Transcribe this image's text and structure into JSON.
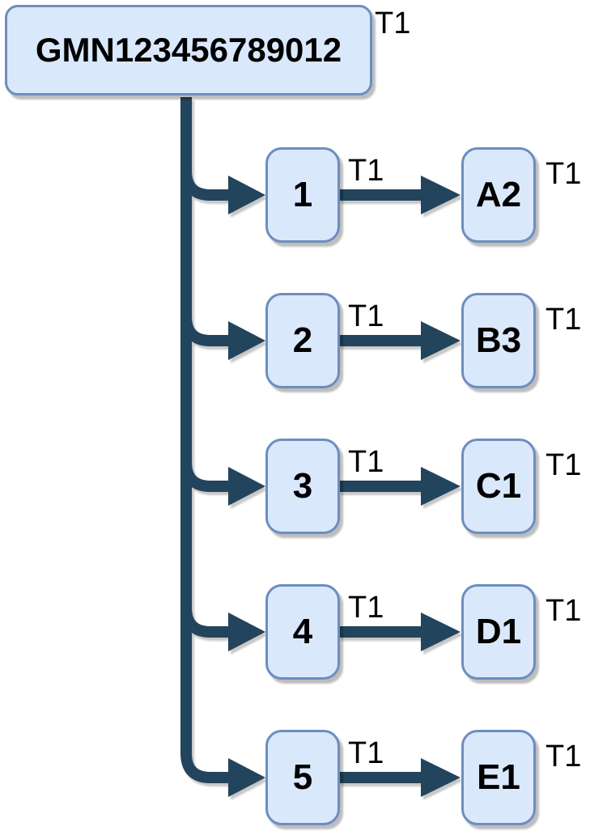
{
  "diagram": {
    "root": {
      "label": "GMN123456789012",
      "tag": "T1"
    },
    "rows": [
      {
        "source": {
          "label": "1",
          "tag": "T1"
        },
        "target": {
          "label": "A2",
          "tag": "T1"
        }
      },
      {
        "source": {
          "label": "2",
          "tag": "T1"
        },
        "target": {
          "label": "B3",
          "tag": "T1"
        }
      },
      {
        "source": {
          "label": "3",
          "tag": "T1"
        },
        "target": {
          "label": "C1",
          "tag": "T1"
        }
      },
      {
        "source": {
          "label": "4",
          "tag": "T1"
        },
        "target": {
          "label": "D1",
          "tag": "T1"
        }
      },
      {
        "source": {
          "label": "5",
          "tag": "T1"
        },
        "target": {
          "label": "E1",
          "tag": "T1"
        }
      }
    ]
  },
  "colors": {
    "node_fill": "#dae8fc",
    "node_border": "#6c8ebf",
    "connector": "#23445d",
    "text": "#000000",
    "background": "#ffffff"
  }
}
